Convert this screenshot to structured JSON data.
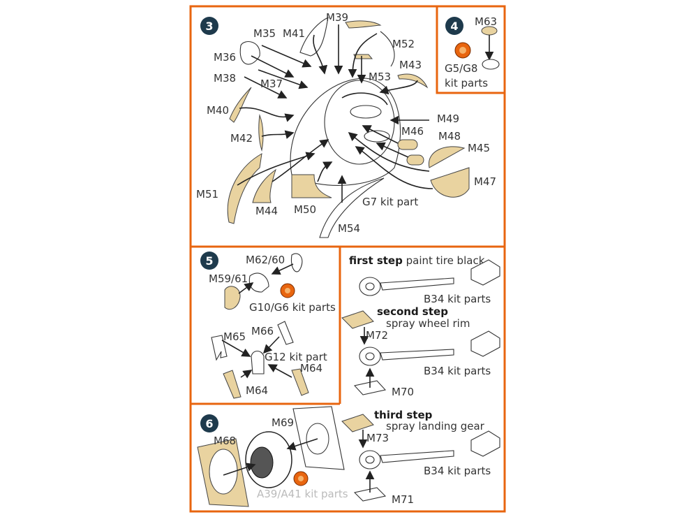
{
  "colors": {
    "frame": "#e8650f",
    "photoetch": "#e9d3a0",
    "step_badge": "#1e3a4c"
  },
  "steps": {
    "s3": {
      "number": "3",
      "labels": [
        "M35",
        "M41",
        "M39",
        "M36",
        "M38",
        "M37",
        "M52",
        "M53",
        "M43",
        "M40",
        "M42",
        "M49",
        "M46",
        "M48",
        "M45",
        "M51",
        "M44",
        "M50",
        "G7 kit part",
        "M47",
        "M54"
      ]
    },
    "s4": {
      "number": "4",
      "labels": [
        "M63",
        "G5/G8",
        "kit parts"
      ]
    },
    "s5": {
      "number": "5",
      "labels": [
        "M62/60",
        "M59/61",
        "G10/G6 kit parts",
        "M65",
        "M66",
        "G12 kit part",
        "M64",
        "M64"
      ]
    },
    "s6": {
      "number": "6",
      "labels": [
        "M69",
        "M68",
        "A39/A41 kit parts"
      ]
    },
    "gear": {
      "first_bold": "first step",
      "first_text": "paint tire black",
      "first_parts": "B34 kit parts",
      "second_bold": "second step",
      "second_text": "spray wheel rim",
      "m72": "M72",
      "second_parts": "B34 kit parts",
      "m70": "M70",
      "third_bold": "third step",
      "third_text": "spray landing gear",
      "m73": "M73",
      "third_parts": "B34 kit parts",
      "m71": "M71"
    }
  }
}
